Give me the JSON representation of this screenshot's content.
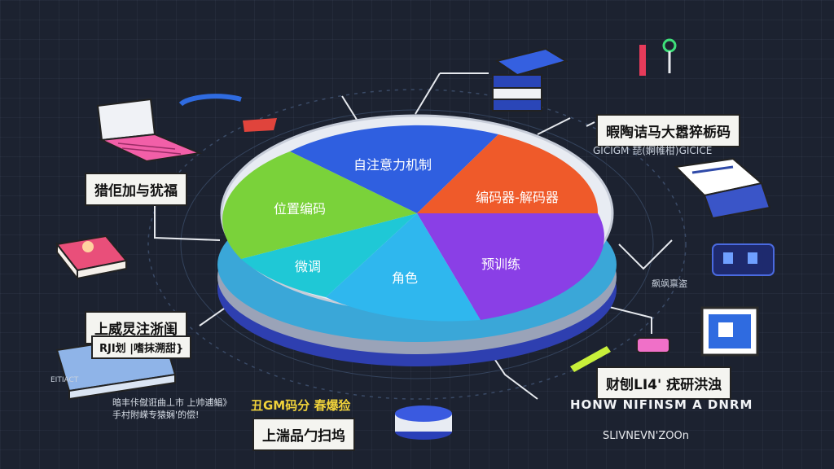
{
  "pie": {
    "segments": [
      {
        "label": "自注意力机制",
        "color": "#2f5fe0"
      },
      {
        "label": "编码器-解码器",
        "color": "#ef5a2a"
      },
      {
        "label": "预训练",
        "color": "#8a3fe6"
      },
      {
        "label": "角色",
        "color": "#2fb7ee"
      },
      {
        "label": "微调",
        "color": "#1fc8d6"
      },
      {
        "label": "位置编码",
        "color": "#7ad23a"
      }
    ]
  },
  "callouts": {
    "top_right": "暇陶诘马大嚣猝栃码",
    "top_right_sub": "GICIGM 琵(婀帷柑)GICICE",
    "left_upper": "猎佢加与犹福",
    "left_lower": "上威炅注浙闺",
    "left_lower_sub": "RJI划 |嗜抹溯甜}",
    "right_lower": "财刨LI4' 疣研洪浊",
    "bottom_center": "上湍品勹扫坞",
    "bottom_left_sub": "暗丰佧僦诳曲丄市 上帅逋鲳》\n手村附嵘专猿娴'的偿!",
    "bottom_yellow": "丑GM码分 春爆猃",
    "bottom_right_caps": "HONW NIFINSM A DNRM",
    "bottom_right_small": "SLIVNEVN'ZOOn",
    "right_mid_small": "飙飒禀盗",
    "left_small": "EITIACT"
  },
  "colors": {
    "background": "#1c2230",
    "label_bg": "#f4f4f0",
    "accent_yellow": "#f0d23a"
  },
  "icons": [
    "laptop-icon",
    "book-icon",
    "notebook-icon",
    "server-stack-icon",
    "key-icon",
    "document-stack-icon",
    "device-icon",
    "app-logo-icon",
    "disc-stack-icon",
    "pink-button-icon"
  ]
}
